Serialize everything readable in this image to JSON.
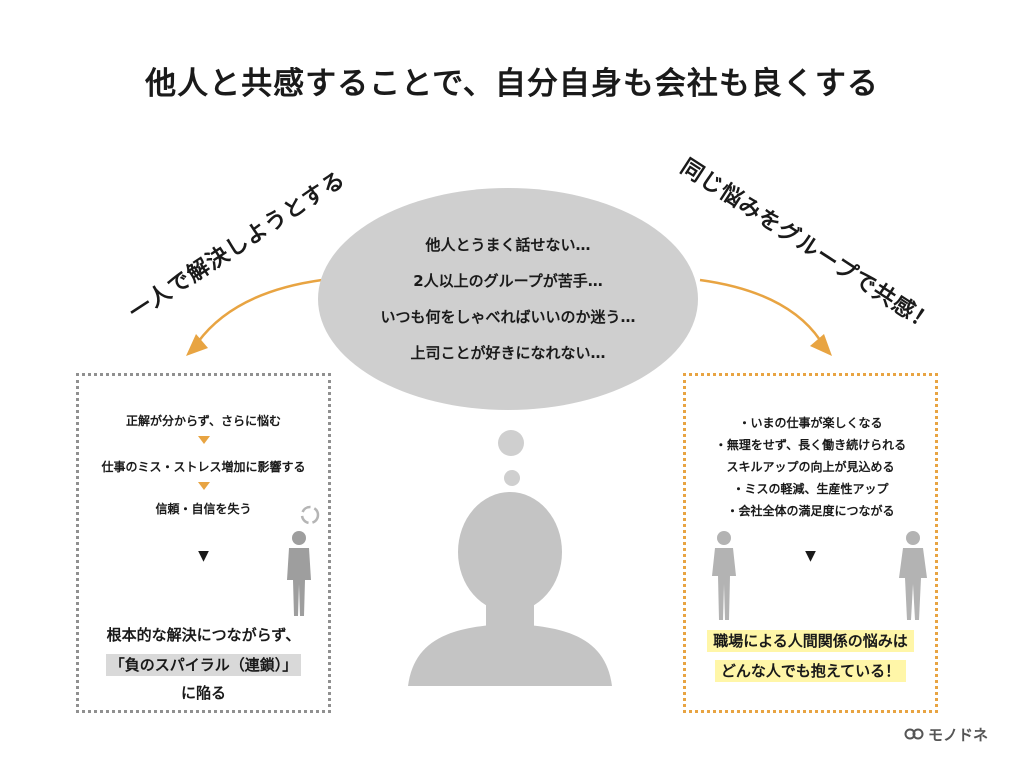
{
  "title": "他人と共感することで、自分自身も会社も良くする",
  "left_label": "一人で解決しようとする",
  "right_label": "同じ悩みをグループで共感！",
  "bubble_lines": [
    "他人とうまく話せない…",
    "2人以上のグループが苦手…",
    "いつも何をしゃべればいいのか迷う…",
    "上司ことが好きになれない…"
  ],
  "left_box": {
    "steps": [
      "正解が分からず、さらに悩む",
      "仕事のミス・ストレス増加に影響する",
      "信頼・自信を失う"
    ],
    "result_marker": "▼",
    "conclusion_1": "根本的な解決につながらず、",
    "conclusion_2": "「負のスパイラル（連鎖）」",
    "conclusion_3": "に陥る"
  },
  "right_box": {
    "items": [
      "・いまの仕事が楽しくなる",
      "・無理をせず、長く働き続けられる",
      "スキルアップの向上が見込める",
      "・ミスの軽減、生産性アップ",
      "・会社全体の満足度につながる"
    ],
    "result_marker": "▼",
    "conclusion_1": "職場による人間関係の悩みは",
    "conclusion_2": "どんな人でも抱えている！"
  },
  "brand": "モノドネ",
  "colors": {
    "accent": "#e8a442",
    "bubble": "#cfcfcf",
    "silhouette": "#c4c4c4"
  }
}
